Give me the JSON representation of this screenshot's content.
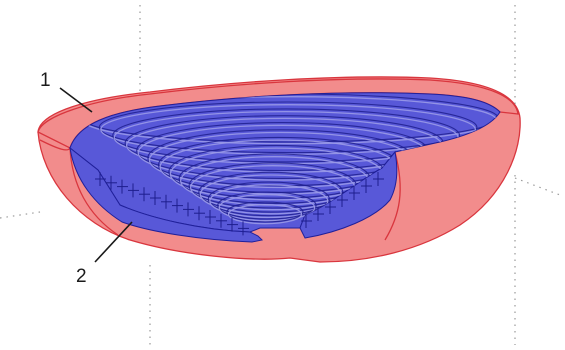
{
  "figure": {
    "labels": [
      {
        "id": "1",
        "text": "1"
      },
      {
        "id": "2",
        "text": "2"
      }
    ],
    "colors": {
      "outer_shell": "#f28c8c",
      "shell_outline": "#d9363e",
      "inner_layers": "#5858d8",
      "inner_layer_lines": "#1e1e8e",
      "background": "#ffffff",
      "axis_dots": "#9a9a9a"
    },
    "rings": 14
  }
}
